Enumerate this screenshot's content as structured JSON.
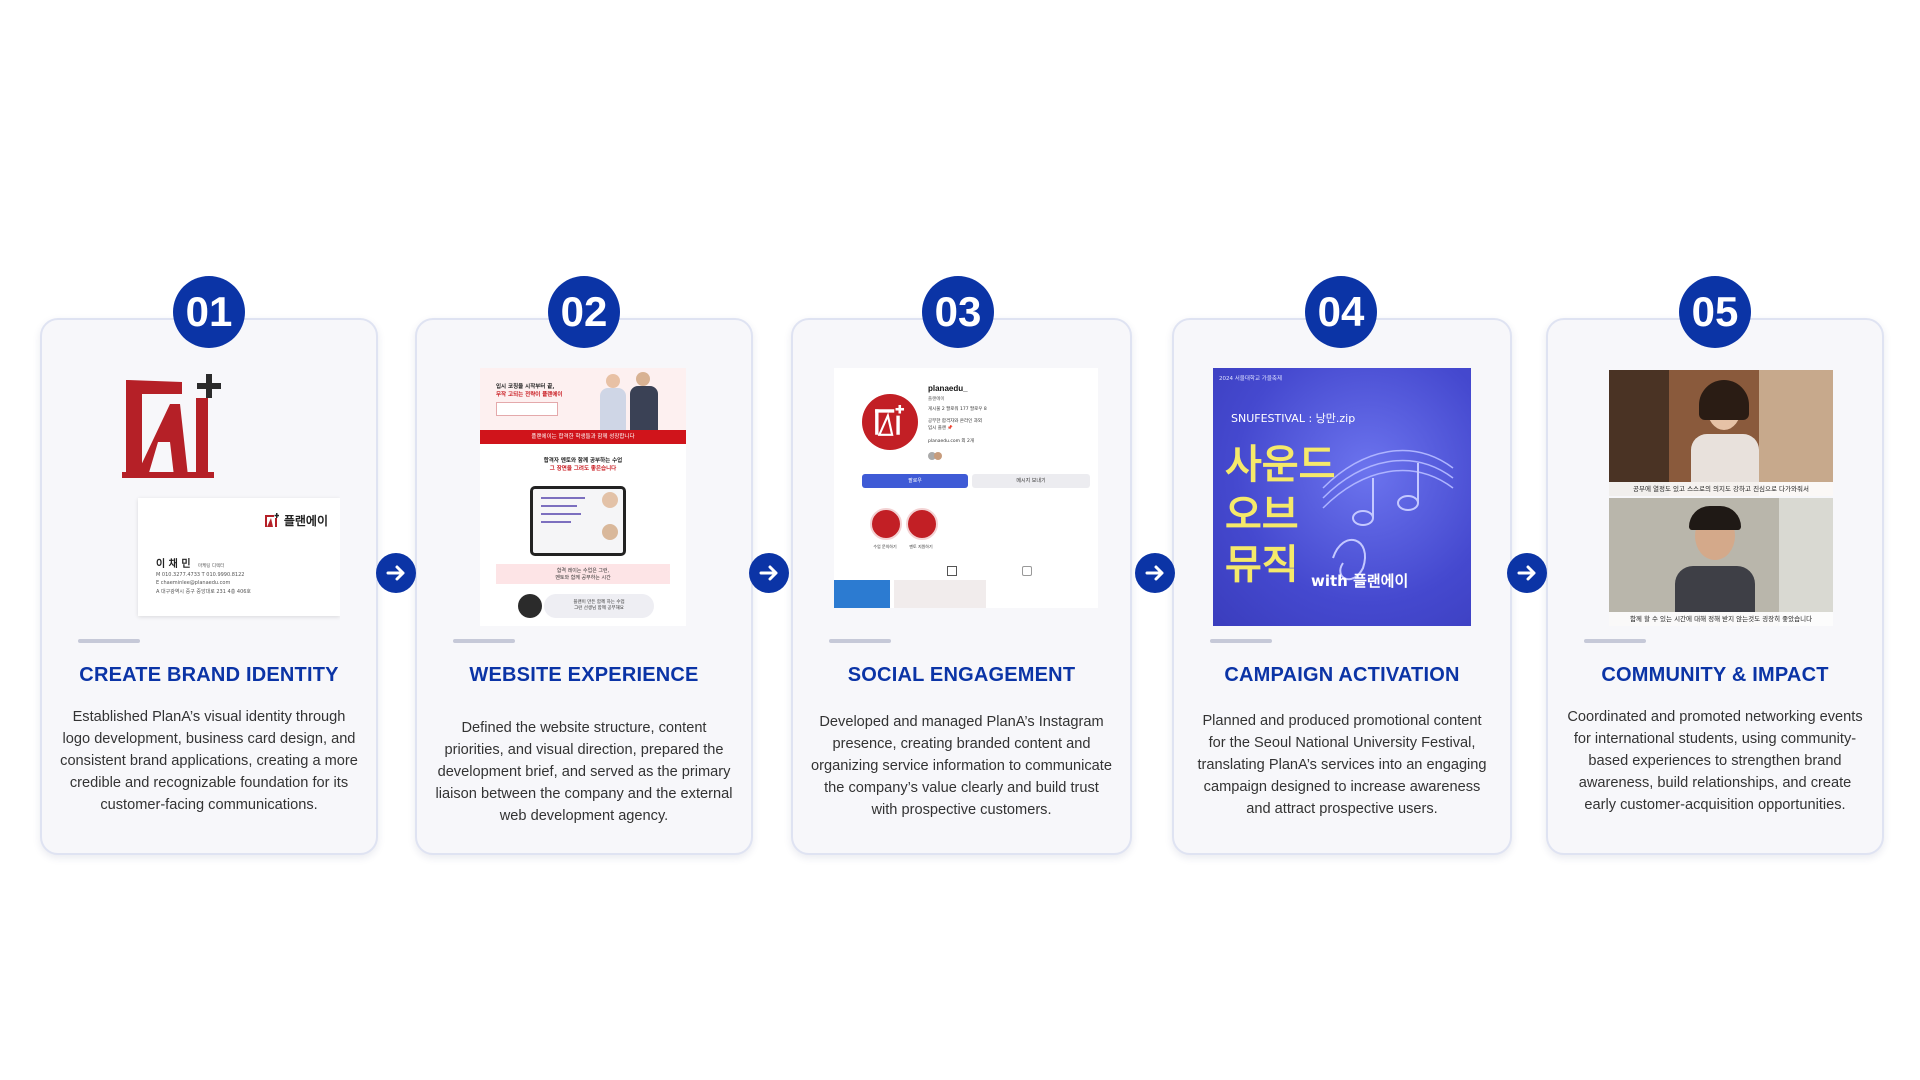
{
  "colors": {
    "accent": "#0b34a6",
    "brand_red": "#b52027"
  },
  "steps": [
    {
      "number": "01",
      "title": "CREATE BRAND IDENTITY",
      "description": "Established PlanA’s visual identity through logo development, business card design, and consistent brand applications, creating a more credible and recognizable foundation for its customer-facing communications.",
      "image": {
        "card_brand": "플랜에이",
        "card_name": "이 채 민",
        "card_role": "마케팅 디렉터",
        "card_line1": "M 010.3277.4733  T 010.9990.8122",
        "card_line2": "E chaeminlee@planaedu.com",
        "card_line3": "A 대구광역시 중구 중앙대로 231 4층 406호"
      }
    },
    {
      "number": "02",
      "title": "WEBSITE EXPERIENCE",
      "description": "Defined the website structure, content priorities, and visual direction, prepared the development brief, and served as the primary liaison between the company and the external web development agency.",
      "image": {
        "hero_line1": "입시 코칭을 시작부터 끝,",
        "hero_line2": "무작 고되는 전략이 플랜에이",
        "banner": "플랜에이는 합격한 학생들과 함께 성장합니다",
        "section_line1": "합격자 멘토와 함께 공부하는 수업",
        "section_line2": "그 장면을 그려도 좋은습니다",
        "pink_line1": "합격 레이는 수업은 그런,",
        "pink_line2": "멘토와 함께 공부하는 시간",
        "bubble_line1": "플랜이 만든 함께 하는 수업",
        "bubble_line2": "그런 선생님 함께 공부해요"
      }
    },
    {
      "number": "03",
      "title": "SOCIAL ENGAGEMENT",
      "description": "Developed and managed PlanA’s Instagram presence, creating branded content and organizing service information to communicate the company’s value clearly and build trust with prospective customers.",
      "image": {
        "handle": "planaedu_",
        "display_name": "플랜에이",
        "stats": "게시물 2   팔로워 177   팔로우 8",
        "bio1": "공부한 합격자와 온라인 과외",
        "bio2": "입시 플랜 📌",
        "bio3": "planaedu.com 외 2개",
        "follow_button": "팔로우",
        "message_button": "메시지 보내기",
        "highlight1": "수업 문의하기",
        "highlight2": "멘토 지원하기"
      }
    },
    {
      "number": "04",
      "title": "CAMPAIGN ACTIVATION",
      "description": "Planned and produced promotional content for the Seoul National University Festival, translating PlanA’s services into an engaging campaign designed to increase awareness and attract prospective users.",
      "image": {
        "top_caption": "2024 서울대학교 가을축제",
        "festival": "SNUFESTIVAL : 낭만.zip",
        "line1": "사운드",
        "line2": "오브",
        "line3": "뮤직",
        "with_text": "with 플랜에이"
      }
    },
    {
      "number": "05",
      "title": "COMMUNITY & IMPACT",
      "description": "Coordinated and promoted networking events for international students, using community-based experiences to strengthen brand awareness, build relationships, and create early customer-acquisition opportunities.",
      "image": {
        "subtitle1": "공부에 열정도 있고 스스로의 의지도 강하고 진심으로 다가와줘서",
        "subtitle2": "함께 할 수 있는 시간에 대해 정해 받지 않는것도 굉장히 좋았습니다"
      }
    }
  ]
}
